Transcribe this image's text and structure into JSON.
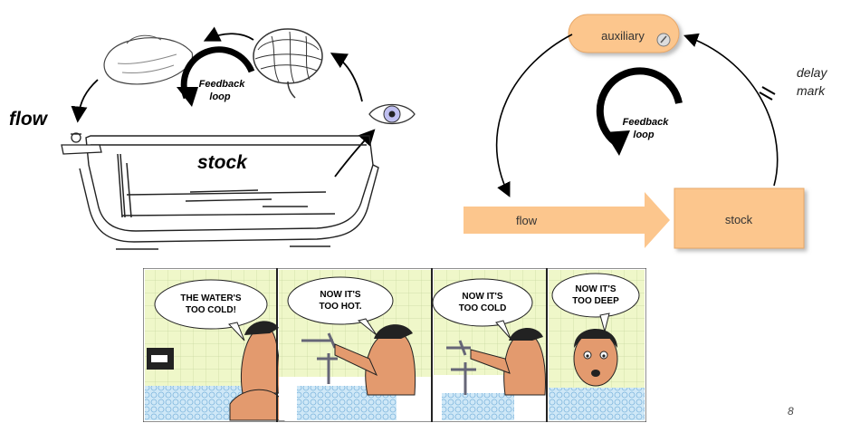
{
  "bathtub": {
    "flow_label": "flow",
    "stock_label": "stock",
    "loop_label_line1": "Feedback",
    "loop_label_line2": "loop"
  },
  "stock_flow_diagram": {
    "auxiliary_label": "auxiliary",
    "flow_label": "flow",
    "stock_label": "stock",
    "delay_label_line1": "delay",
    "delay_label_line2": "mark",
    "loop_label_line1": "Feedback",
    "loop_label_line2": "loop",
    "colors": {
      "box_fill": "#fcc68d",
      "box_stroke": "#e8a868",
      "arrow": "#000000"
    }
  },
  "comic": {
    "panels": [
      {
        "line1": "THE WATER'S",
        "line2": "TOO COLD!"
      },
      {
        "line1": "NOW IT'S",
        "line2": "TOO HOT."
      },
      {
        "line1": "NOW IT'S",
        "line2": "TOO COLD"
      },
      {
        "line1": "NOW IT'S",
        "line2": "TOO DEEP"
      }
    ],
    "colors": {
      "wall": "#eff7c9",
      "tile": "#d6edb0",
      "water": "#cfe8f7",
      "skin": "#e39a6e"
    }
  },
  "page_number": "8"
}
